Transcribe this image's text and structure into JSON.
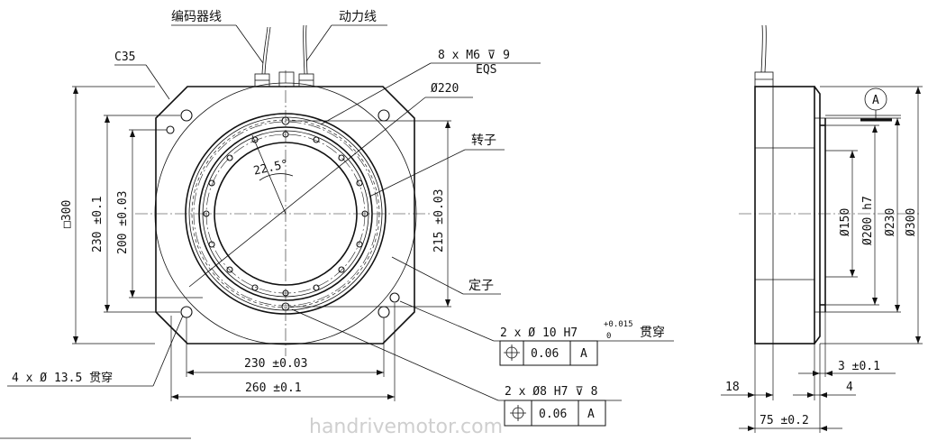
{
  "front": {
    "encoder_cable": "编码器线",
    "power_cable": "动力线",
    "chamfer": "C35",
    "thread_spec": "8 x  M6 ⊽ 9",
    "eqs": "EQS",
    "dia_220": "Ø220",
    "rotor": "转子",
    "stator": "定子",
    "angle": "22.5°",
    "square_300": "□300",
    "dim_230_v": "230 ±0.1",
    "dim_200_v": "200 ±0.03",
    "dim_215_v": "215 ±0.03",
    "dim_230_h": "230 ±0.03",
    "dim_260_h": "260 ±0.1",
    "through_holes": "4 x Ø 13.5 贯穿",
    "pin_hole_10": "2 x Ø 10 H7",
    "tol_sup": "+0.015",
    "tol_sub": "0",
    "through": "贯穿",
    "fcf_value_1": "0.06",
    "fcf_datum_1": "A",
    "pin_hole_8": "2 x Ø8 H7 ⊽ 8",
    "fcf_value_2": "0.06",
    "fcf_datum_2": "A"
  },
  "side": {
    "datum": "A",
    "dia_150": "Ø150",
    "dia_200": "Ø200 h7",
    "dia_230": "Ø230",
    "dia_300": "Ø300",
    "dim_3": "3 ±0.1",
    "dim_4": "4",
    "dim_18": "18",
    "dim_75": "75 ±0.2"
  },
  "watermark": "handrivemotor.com"
}
